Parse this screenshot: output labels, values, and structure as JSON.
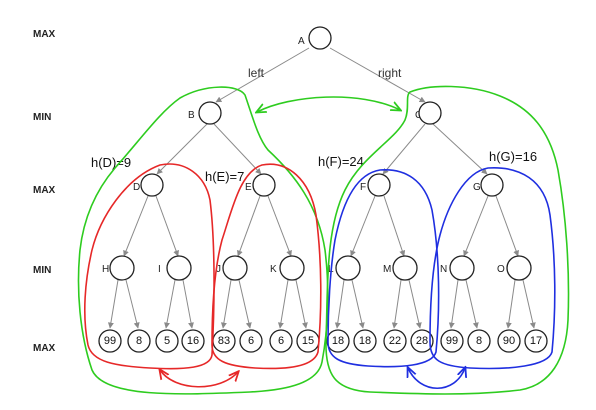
{
  "levels": [
    "MAX",
    "MIN",
    "MAX",
    "MIN",
    "MAX"
  ],
  "root": {
    "name": "A"
  },
  "branches": {
    "left": "left",
    "right": "right"
  },
  "min_nodes": [
    {
      "name": "B"
    },
    {
      "name": "C"
    }
  ],
  "max_nodes": [
    {
      "name": "D"
    },
    {
      "name": "E"
    },
    {
      "name": "F"
    },
    {
      "name": "G"
    }
  ],
  "heuristics": [
    "h(D)=9",
    "h(E)=7",
    "h(F)=24",
    "h(G)=16"
  ],
  "min_nodes_2": [
    {
      "name": "H"
    },
    {
      "name": "I"
    },
    {
      "name": "J"
    },
    {
      "name": "K"
    },
    {
      "name": "L"
    },
    {
      "name": "M"
    },
    {
      "name": "N"
    },
    {
      "name": "O"
    }
  ],
  "leaves": [
    "99",
    "8",
    "5",
    "16",
    "83",
    "6",
    "6",
    "15",
    "18",
    "18",
    "22",
    "28",
    "99",
    "8",
    "90",
    "17"
  ],
  "colors": {
    "green": "#2ecc1f",
    "red": "#e62828",
    "blue": "#1f2fe0",
    "edge": "#8a8a8a"
  }
}
